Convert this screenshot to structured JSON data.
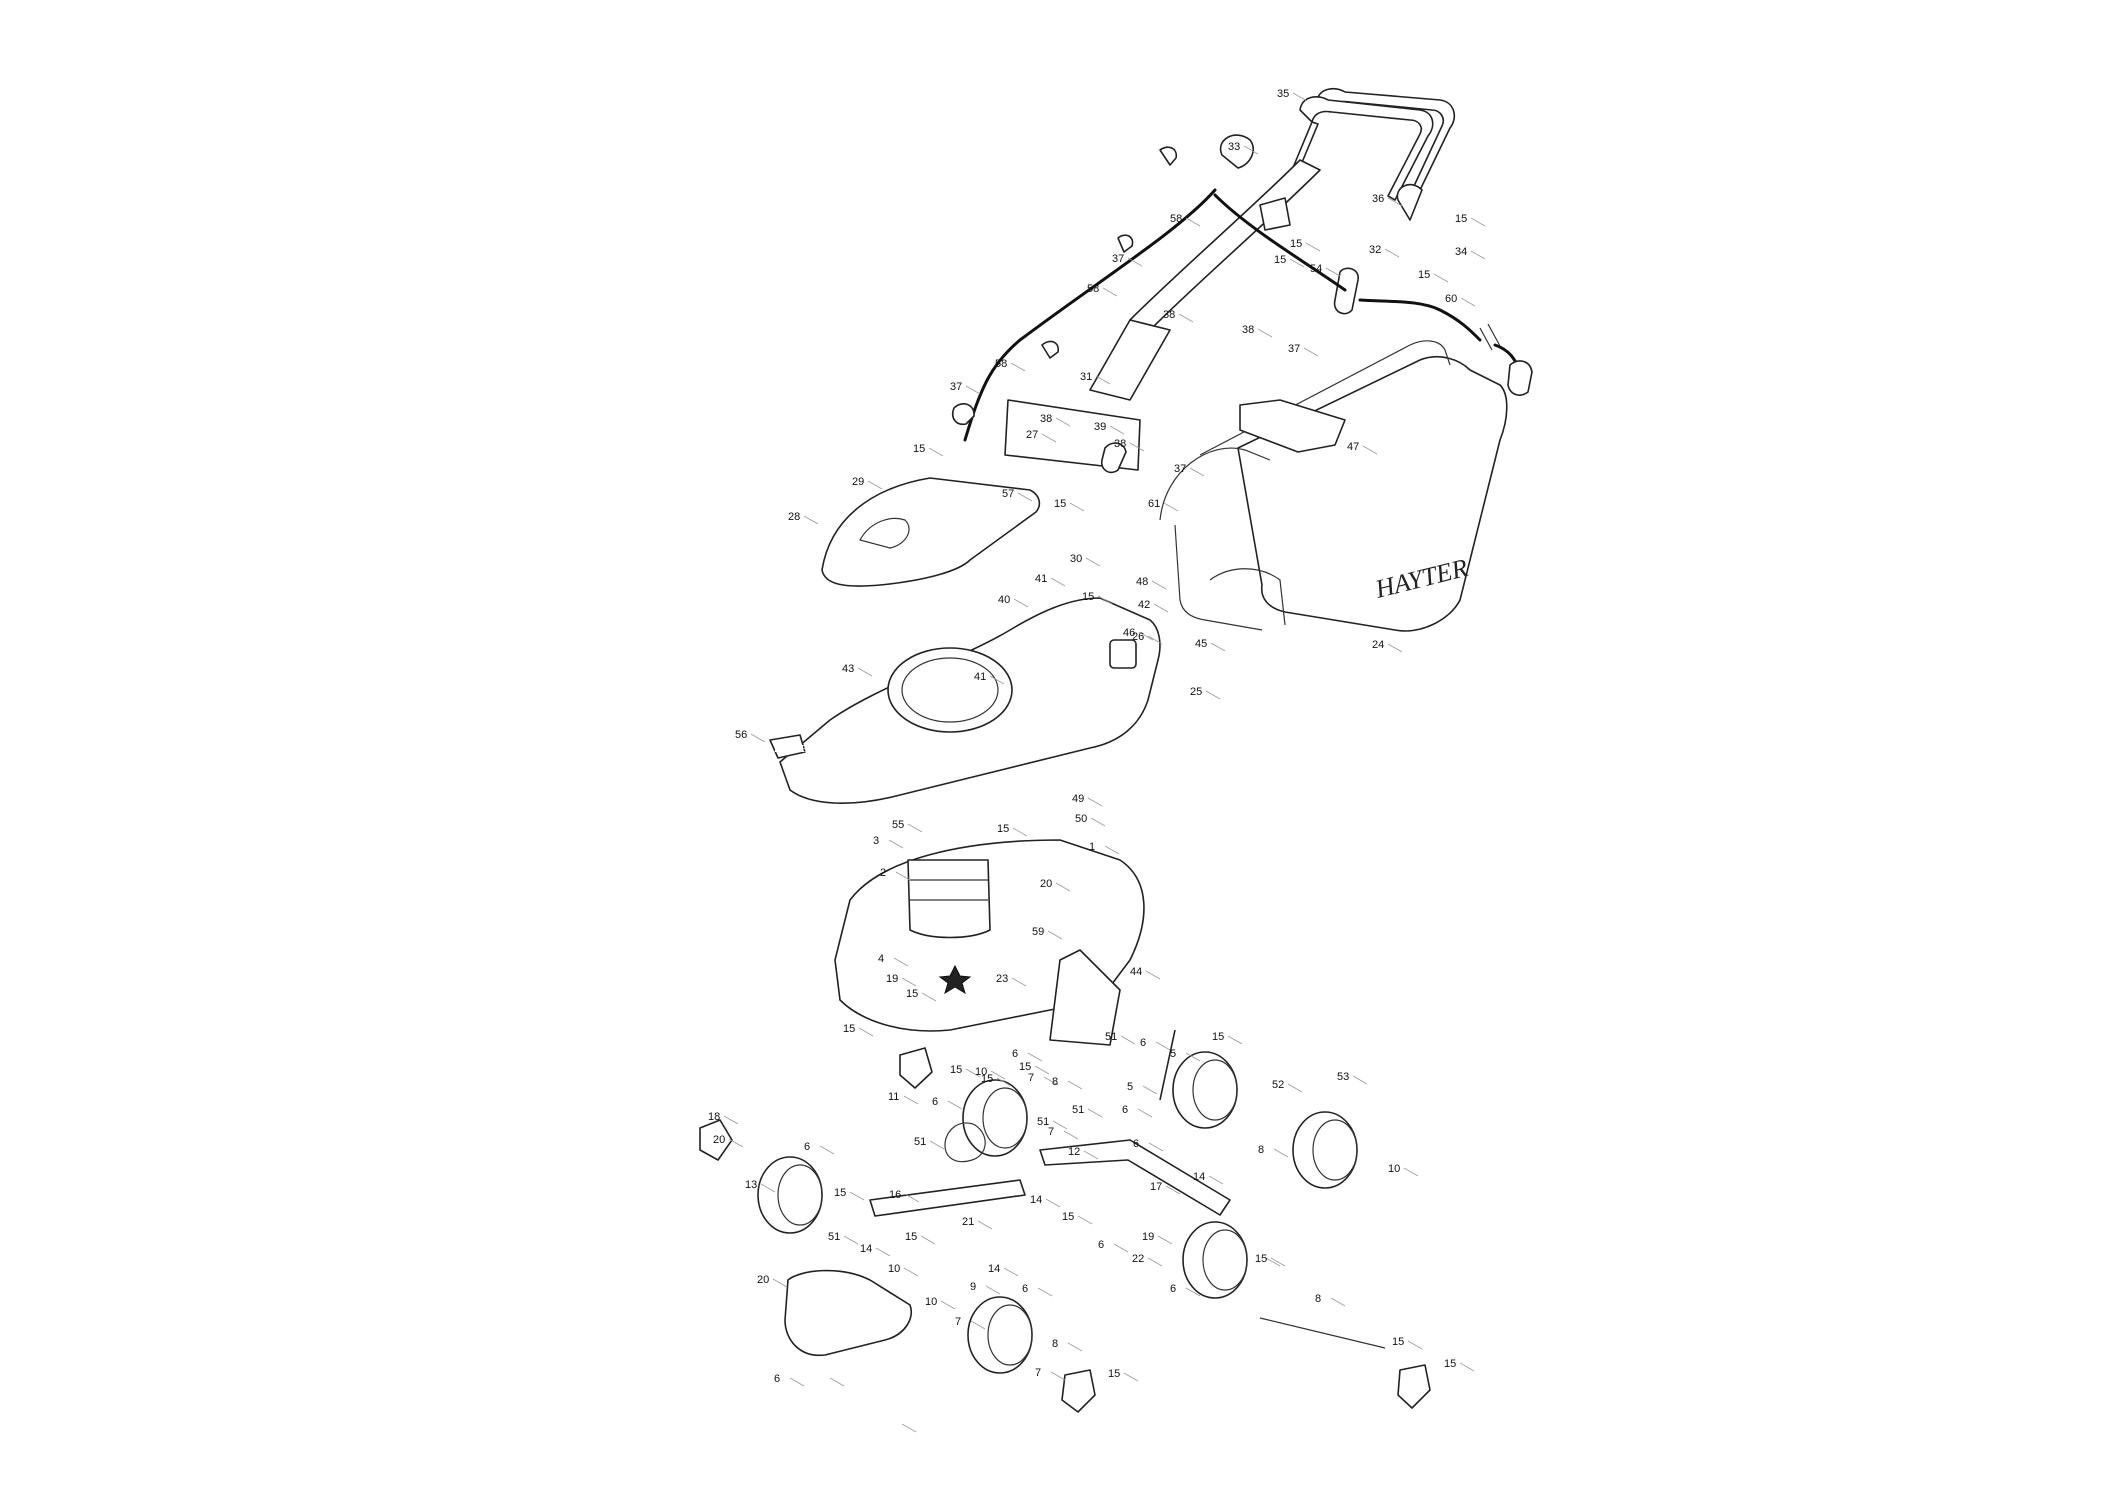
{
  "brand": {
    "box_logo": "HAYTER",
    "badge_logo": "HAYTER"
  },
  "part_labels": [
    {
      "id": "35",
      "text": "35"
    },
    {
      "id": "33",
      "text": "33"
    },
    {
      "id": "58a",
      "text": "58"
    },
    {
      "id": "15a",
      "text": "15"
    },
    {
      "id": "36",
      "text": "36"
    },
    {
      "id": "15b",
      "text": "15"
    },
    {
      "id": "15c",
      "text": "15"
    },
    {
      "id": "32",
      "text": "32"
    },
    {
      "id": "34",
      "text": "34"
    },
    {
      "id": "37a",
      "text": "37"
    },
    {
      "id": "54",
      "text": "54"
    },
    {
      "id": "15d",
      "text": "15"
    },
    {
      "id": "58b",
      "text": "58"
    },
    {
      "id": "60",
      "text": "60"
    },
    {
      "id": "38a",
      "text": "38"
    },
    {
      "id": "38b",
      "text": "38"
    },
    {
      "id": "37b",
      "text": "37"
    },
    {
      "id": "58c",
      "text": "58"
    },
    {
      "id": "31",
      "text": "31"
    },
    {
      "id": "37c",
      "text": "37"
    },
    {
      "id": "38c",
      "text": "38"
    },
    {
      "id": "39",
      "text": "39"
    },
    {
      "id": "27",
      "text": "27"
    },
    {
      "id": "38d",
      "text": "38"
    },
    {
      "id": "47",
      "text": "47"
    },
    {
      "id": "15e",
      "text": "15"
    },
    {
      "id": "37d",
      "text": "37"
    },
    {
      "id": "29",
      "text": "29"
    },
    {
      "id": "57",
      "text": "57"
    },
    {
      "id": "15f",
      "text": "15"
    },
    {
      "id": "61",
      "text": "61"
    },
    {
      "id": "28",
      "text": "28"
    },
    {
      "id": "30",
      "text": "30"
    },
    {
      "id": "41a",
      "text": "41"
    },
    {
      "id": "15g",
      "text": "15"
    },
    {
      "id": "48",
      "text": "48"
    },
    {
      "id": "42",
      "text": "42"
    },
    {
      "id": "40",
      "text": "40"
    },
    {
      "id": "26",
      "text": "26"
    },
    {
      "id": "46",
      "text": "46"
    },
    {
      "id": "45",
      "text": "45"
    },
    {
      "id": "24",
      "text": "24"
    },
    {
      "id": "43",
      "text": "43"
    },
    {
      "id": "41b",
      "text": "41"
    },
    {
      "id": "25",
      "text": "25"
    },
    {
      "id": "56",
      "text": "56"
    },
    {
      "id": "49",
      "text": "49"
    },
    {
      "id": "50",
      "text": "50"
    },
    {
      "id": "55",
      "text": "55"
    },
    {
      "id": "15h",
      "text": "15"
    },
    {
      "id": "3",
      "text": "3"
    },
    {
      "id": "1",
      "text": "1"
    },
    {
      "id": "2",
      "text": "2"
    },
    {
      "id": "20a",
      "text": "20"
    },
    {
      "id": "59",
      "text": "59"
    },
    {
      "id": "4",
      "text": "4"
    },
    {
      "id": "44",
      "text": "44"
    },
    {
      "id": "19a",
      "text": "19"
    },
    {
      "id": "23",
      "text": "23"
    },
    {
      "id": "15i",
      "text": "15"
    },
    {
      "id": "15j",
      "text": "15"
    },
    {
      "id": "51a",
      "text": "51"
    },
    {
      "id": "6a",
      "text": "6"
    },
    {
      "id": "5a",
      "text": "5"
    },
    {
      "id": "15k",
      "text": "15"
    },
    {
      "id": "6b",
      "text": "6"
    },
    {
      "id": "15l",
      "text": "15"
    },
    {
      "id": "10a",
      "text": "10"
    },
    {
      "id": "15m",
      "text": "15"
    },
    {
      "id": "15n",
      "text": "15"
    },
    {
      "id": "7a",
      "text": "7"
    },
    {
      "id": "8a",
      "text": "8"
    },
    {
      "id": "11",
      "text": "11"
    },
    {
      "id": "6c",
      "text": "6"
    },
    {
      "id": "5b",
      "text": "5"
    },
    {
      "id": "52",
      "text": "52"
    },
    {
      "id": "53",
      "text": "53"
    },
    {
      "id": "6d",
      "text": "6"
    },
    {
      "id": "51b",
      "text": "51"
    },
    {
      "id": "51c",
      "text": "51"
    },
    {
      "id": "7b",
      "text": "7"
    },
    {
      "id": "8b",
      "text": "8"
    },
    {
      "id": "10b",
      "text": "10"
    },
    {
      "id": "18",
      "text": "18"
    },
    {
      "id": "20b",
      "text": "20"
    },
    {
      "id": "6e",
      "text": "6"
    },
    {
      "id": "51d",
      "text": "51"
    },
    {
      "id": "12",
      "text": "12"
    },
    {
      "id": "13",
      "text": "13"
    },
    {
      "id": "6f",
      "text": "6"
    },
    {
      "id": "17",
      "text": "17"
    },
    {
      "id": "14a",
      "text": "14"
    },
    {
      "id": "15o",
      "text": "15"
    },
    {
      "id": "16",
      "text": "16"
    },
    {
      "id": "14b",
      "text": "14"
    },
    {
      "id": "15p",
      "text": "15"
    },
    {
      "id": "21",
      "text": "21"
    },
    {
      "id": "51e",
      "text": "51"
    },
    {
      "id": "14c",
      "text": "14"
    },
    {
      "id": "15q",
      "text": "15"
    },
    {
      "id": "19b",
      "text": "19"
    },
    {
      "id": "6g",
      "text": "6"
    },
    {
      "id": "22",
      "text": "22"
    },
    {
      "id": "14d",
      "text": "14"
    },
    {
      "id": "15r",
      "text": "15"
    },
    {
      "id": "20c",
      "text": "20"
    },
    {
      "id": "10c",
      "text": "10"
    },
    {
      "id": "10d",
      "text": "10"
    },
    {
      "id": "9",
      "text": "9"
    },
    {
      "id": "6h",
      "text": "6"
    },
    {
      "id": "6i",
      "text": "6"
    },
    {
      "id": "8c",
      "text": "8"
    },
    {
      "id": "7c",
      "text": "7"
    },
    {
      "id": "8d",
      "text": "8"
    },
    {
      "id": "7d",
      "text": "7"
    },
    {
      "id": "15s",
      "text": "15"
    },
    {
      "id": "15t",
      "text": "15"
    },
    {
      "id": "15u",
      "text": "15"
    },
    {
      "id": "6j",
      "text": "6"
    }
  ]
}
